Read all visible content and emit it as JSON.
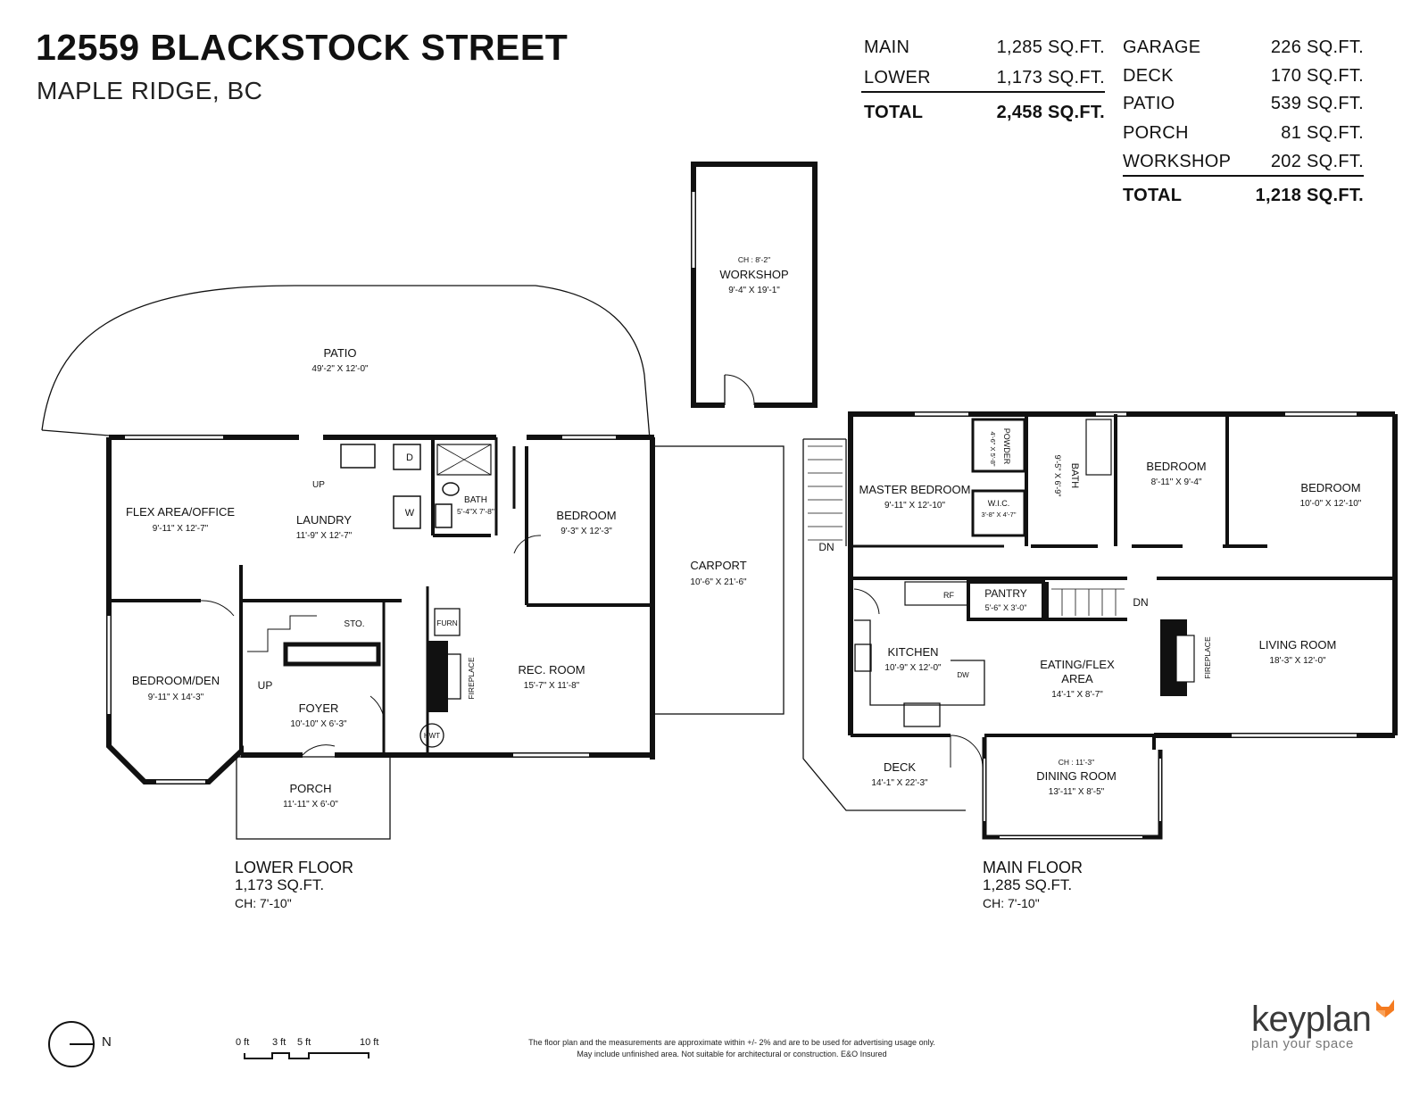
{
  "header": {
    "title": "12559 BLACKSTOCK STREET",
    "subtitle": "MAPLE RIDGE, BC"
  },
  "summary_living": {
    "rows": [
      {
        "label": "MAIN",
        "value": "1,285 SQ.FT."
      },
      {
        "label": "LOWER",
        "value": "1,173 SQ.FT."
      }
    ],
    "total": {
      "label": "TOTAL",
      "value": "2,458 SQ.FT."
    }
  },
  "summary_other": {
    "rows": [
      {
        "label": "GARAGE",
        "value": "226 SQ.FT."
      },
      {
        "label": "DECK",
        "value": "170 SQ.FT."
      },
      {
        "label": "PATIO",
        "value": "539 SQ.FT."
      },
      {
        "label": "PORCH",
        "value": "81 SQ.FT."
      },
      {
        "label": "WORKSHOP",
        "value": "202 SQ.FT."
      }
    ],
    "total": {
      "label": "TOTAL",
      "value": "1,218 SQ.FT."
    }
  },
  "lower_floor": {
    "label": "LOWER FLOOR",
    "area": "1,173 SQ.FT.",
    "ceiling": "CH: 7'-10\"",
    "rooms": {
      "patio": {
        "name": "PATIO",
        "dims": "49'-2\" X 12'-0\""
      },
      "flex": {
        "name": "FLEX AREA/OFFICE",
        "dims": "9'-11\" X 12'-7\""
      },
      "laundry": {
        "name": "LAUNDRY",
        "dims": "11'-9\" X 12'-7\""
      },
      "bath": {
        "name": "BATH",
        "dims": "5'-4\"X 7'-8\""
      },
      "bedroom": {
        "name": "BEDROOM",
        "dims": "9'-3\" X 12'-3\""
      },
      "bedroom_den": {
        "name": "BEDROOM/DEN",
        "dims": "9'-11\" X 14'-3\""
      },
      "foyer": {
        "name": "FOYER",
        "dims": "10'-10\" X 6'-3\""
      },
      "rec": {
        "name": "REC. ROOM",
        "dims": "15'-7\" X 11'-8\""
      },
      "porch": {
        "name": "PORCH",
        "dims": "11'-11\" X 6'-0\""
      }
    },
    "fixtures": {
      "up1": "UP",
      "up2": "UP",
      "d": "D",
      "w": "W",
      "sto": "STO.",
      "furn": "FURN",
      "hwt": "HWT",
      "fireplace": "FIREPLACE"
    }
  },
  "outbuildings": {
    "workshop": {
      "ch": "CH : 8'-2\"",
      "name": "WORKSHOP",
      "dims": "9'-4\" X 19'-1\""
    },
    "carport": {
      "name": "CARPORT",
      "dims": "10'-6\" X 21'-6\""
    }
  },
  "main_floor": {
    "label": "MAIN FLOOR",
    "area": "1,285 SQ.FT.",
    "ceiling": "CH: 7'-10\"",
    "rooms": {
      "master": {
        "name": "MASTER BEDROOM",
        "dims": "9'-11\" X 12'-10\""
      },
      "powder": {
        "name": "POWDER",
        "dims": "4'-6\" X 5'-8\""
      },
      "wic": {
        "name": "W.I.C.",
        "dims": "3'-8\" X 4'-7\""
      },
      "bath": {
        "name": "BATH",
        "dims": "9'-5\" X 6'-9\""
      },
      "bedroom2": {
        "name": "BEDROOM",
        "dims": "8'-11\" X 9'-4\""
      },
      "bedroom3": {
        "name": "BEDROOM",
        "dims": "10'-0\" X 12'-10\""
      },
      "pantry": {
        "name": "PANTRY",
        "dims": "5'-6\" X 3'-0\""
      },
      "kitchen": {
        "name": "KITCHEN",
        "dims": "10'-9\" X 12'-0\""
      },
      "eating": {
        "name": "EATING/FLEX",
        "name2": "AREA",
        "dims": "14'-1\" X 8'-7\""
      },
      "living": {
        "name": "LIVING ROOM",
        "dims": "18'-3\" X 12'-0\""
      },
      "deck": {
        "name": "DECK",
        "dims": "14'-1\" X 22'-3\""
      },
      "dining": {
        "ch": "CH : 11'-3\"",
        "name": "DINING ROOM",
        "dims": "13'-11\" X 8'-5\""
      }
    },
    "fixtures": {
      "dn1": "DN",
      "dn2": "DN",
      "rf": "RF",
      "dw": "DW",
      "fireplace": "FIREPLACE"
    }
  },
  "footer": {
    "disclaimer1": "The floor plan and the measurements are approximate within +/- 2% and are to be used for advertising usage only.",
    "disclaimer2": "May include unfinished area. Not suitable for architectural or construction. E&O Insured",
    "brand": "keyplan",
    "tagline": "plan your space",
    "compass": "N",
    "scale": [
      "0 ft",
      "3 ft",
      "5 ft",
      "10 ft"
    ]
  }
}
